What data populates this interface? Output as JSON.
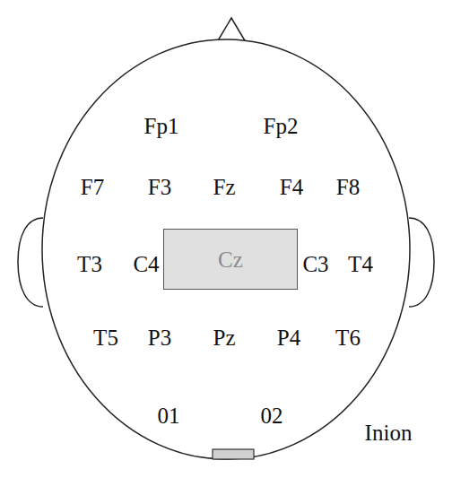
{
  "diagram": {
    "nodes": [
      {
        "text": [
          "Cz"
        ]
      }
    ],
    "labels": [
      "Fp1",
      "Fp2",
      "F7",
      "F3",
      "Fz",
      "F4",
      "F8",
      "T3",
      "C4",
      "C3",
      "T4",
      "T5",
      "P3",
      "Pz",
      "P4",
      "T6",
      "01",
      "02",
      "Inion"
    ]
  }
}
